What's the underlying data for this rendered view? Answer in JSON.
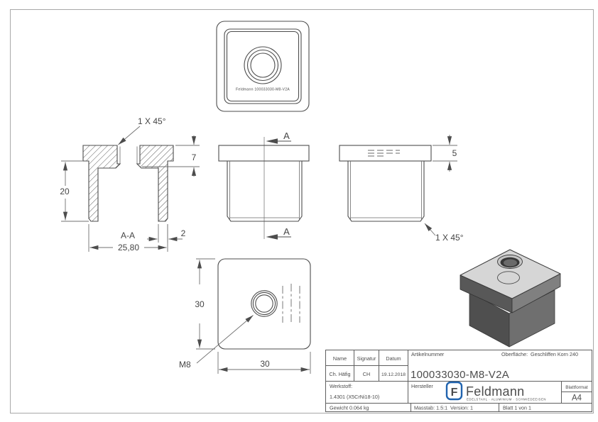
{
  "page": {
    "background": "#ffffff",
    "frame_color": "#a8a8a8",
    "line_color": "#4d4d4d",
    "accent_blue": "#2063ae"
  },
  "views": {
    "top_view": {
      "engraving": "Feldmann 100033030-M8-V2A"
    },
    "section_view": {
      "chamfer_label": "1 X 45°",
      "dim_step_depth": "7",
      "dim_body_height": "20",
      "section_name": "A-A",
      "dim_inner_width": "25,80",
      "dim_wall_thickness": "2"
    },
    "front_view": {
      "cut_label_top": "A",
      "cut_label_bottom": "A"
    },
    "side_view": {
      "dim_flange_height": "5",
      "chamfer_label": "1 X 45°"
    },
    "bottom_view": {
      "dim_height": "30",
      "dim_width": "30",
      "thread_label": "M8"
    }
  },
  "title_block": {
    "name_header": "Name",
    "signature_header": "Signatur",
    "date_header": "Datum",
    "article_header": "Artikelnummer",
    "surface_label": "Oberfläche:",
    "surface_value": "Geschliffen Korn 240",
    "name_value": "Ch. Häfig",
    "signature_value": "CH",
    "date_value": "19.12.2018",
    "article_number": "100033030-M8-V2A",
    "material_label": "Werkstoff:",
    "material_value": "1.4301 (X5CrNi18-10)",
    "manufacturer_label": "Hersteller",
    "logo": {
      "monogram": "F",
      "brand": "Feldmann",
      "tagline": "EDELSTAHL · ALUMINIUM · SCHMIEDEEISEN",
      "color": "#2063ae"
    },
    "sheet_format_label": "Blattformat",
    "sheet_format_value": "A4",
    "weight": "Gewicht 0.064 kg",
    "scale": "Masstab: 1.5:1",
    "version": "Version: 1",
    "sheet": "Blatt 1 von 1"
  }
}
